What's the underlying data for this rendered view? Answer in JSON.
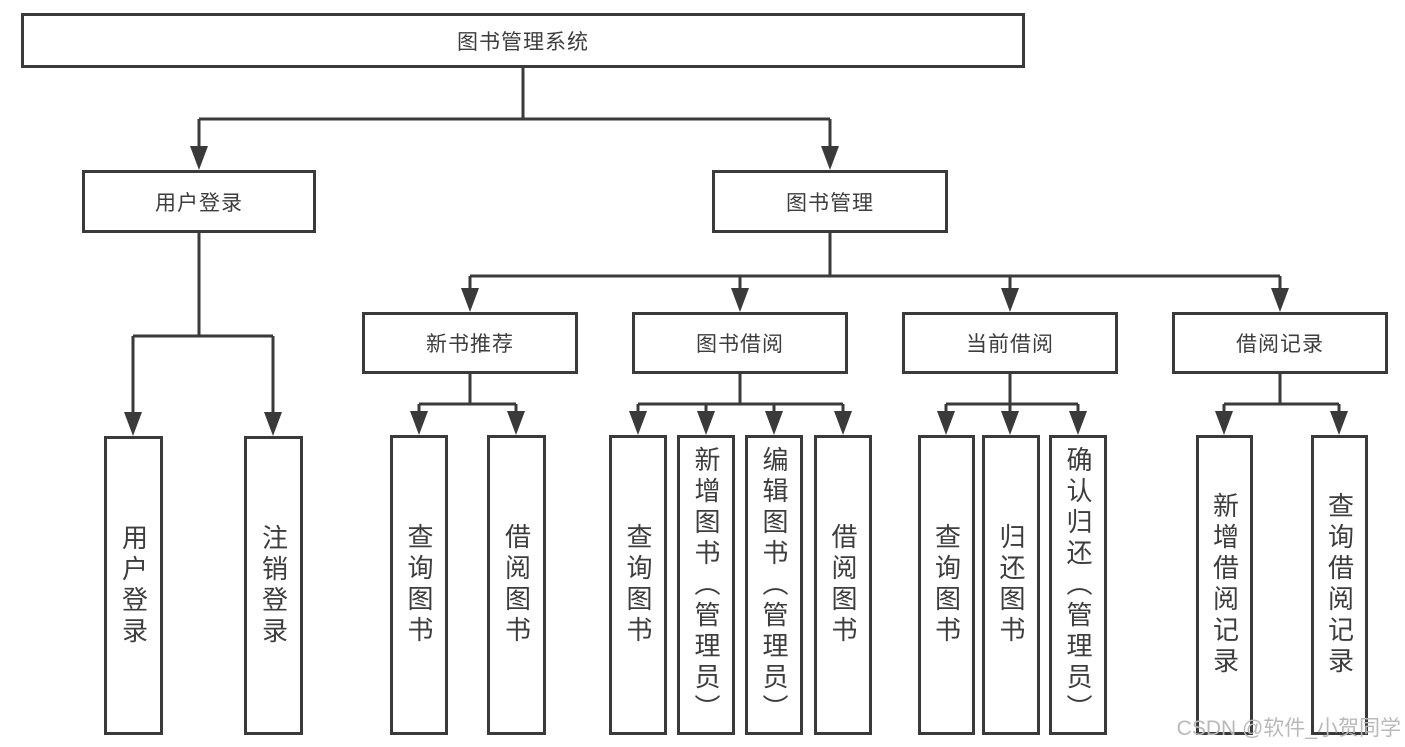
{
  "watermark": "CSDN @软件_小贺同学",
  "colors": {
    "line": "#3a3a3a",
    "text": "#3d3d3d",
    "watermark": "#b9b9b9",
    "background": "#ffffff"
  },
  "tree": {
    "label": "图书管理系统",
    "children": [
      {
        "label": "用户登录",
        "children": [
          {
            "label": "用户登录"
          },
          {
            "label": "注销登录"
          }
        ]
      },
      {
        "label": "图书管理",
        "children": [
          {
            "label": "新书推荐",
            "children": [
              {
                "label": "查询图书"
              },
              {
                "label": "借阅图书"
              }
            ]
          },
          {
            "label": "图书借阅",
            "children": [
              {
                "label": "查询图书"
              },
              {
                "label": "新增图书（管理员）"
              },
              {
                "label": "编辑图书（管理员）"
              },
              {
                "label": "借阅图书"
              }
            ]
          },
          {
            "label": "当前借阅",
            "children": [
              {
                "label": "查询图书"
              },
              {
                "label": "归还图书"
              },
              {
                "label": "确认归还（管理员）"
              }
            ]
          },
          {
            "label": "借阅记录",
            "children": [
              {
                "label": "新增借阅记录"
              },
              {
                "label": "查询借阅记录"
              }
            ]
          }
        ]
      }
    ]
  }
}
